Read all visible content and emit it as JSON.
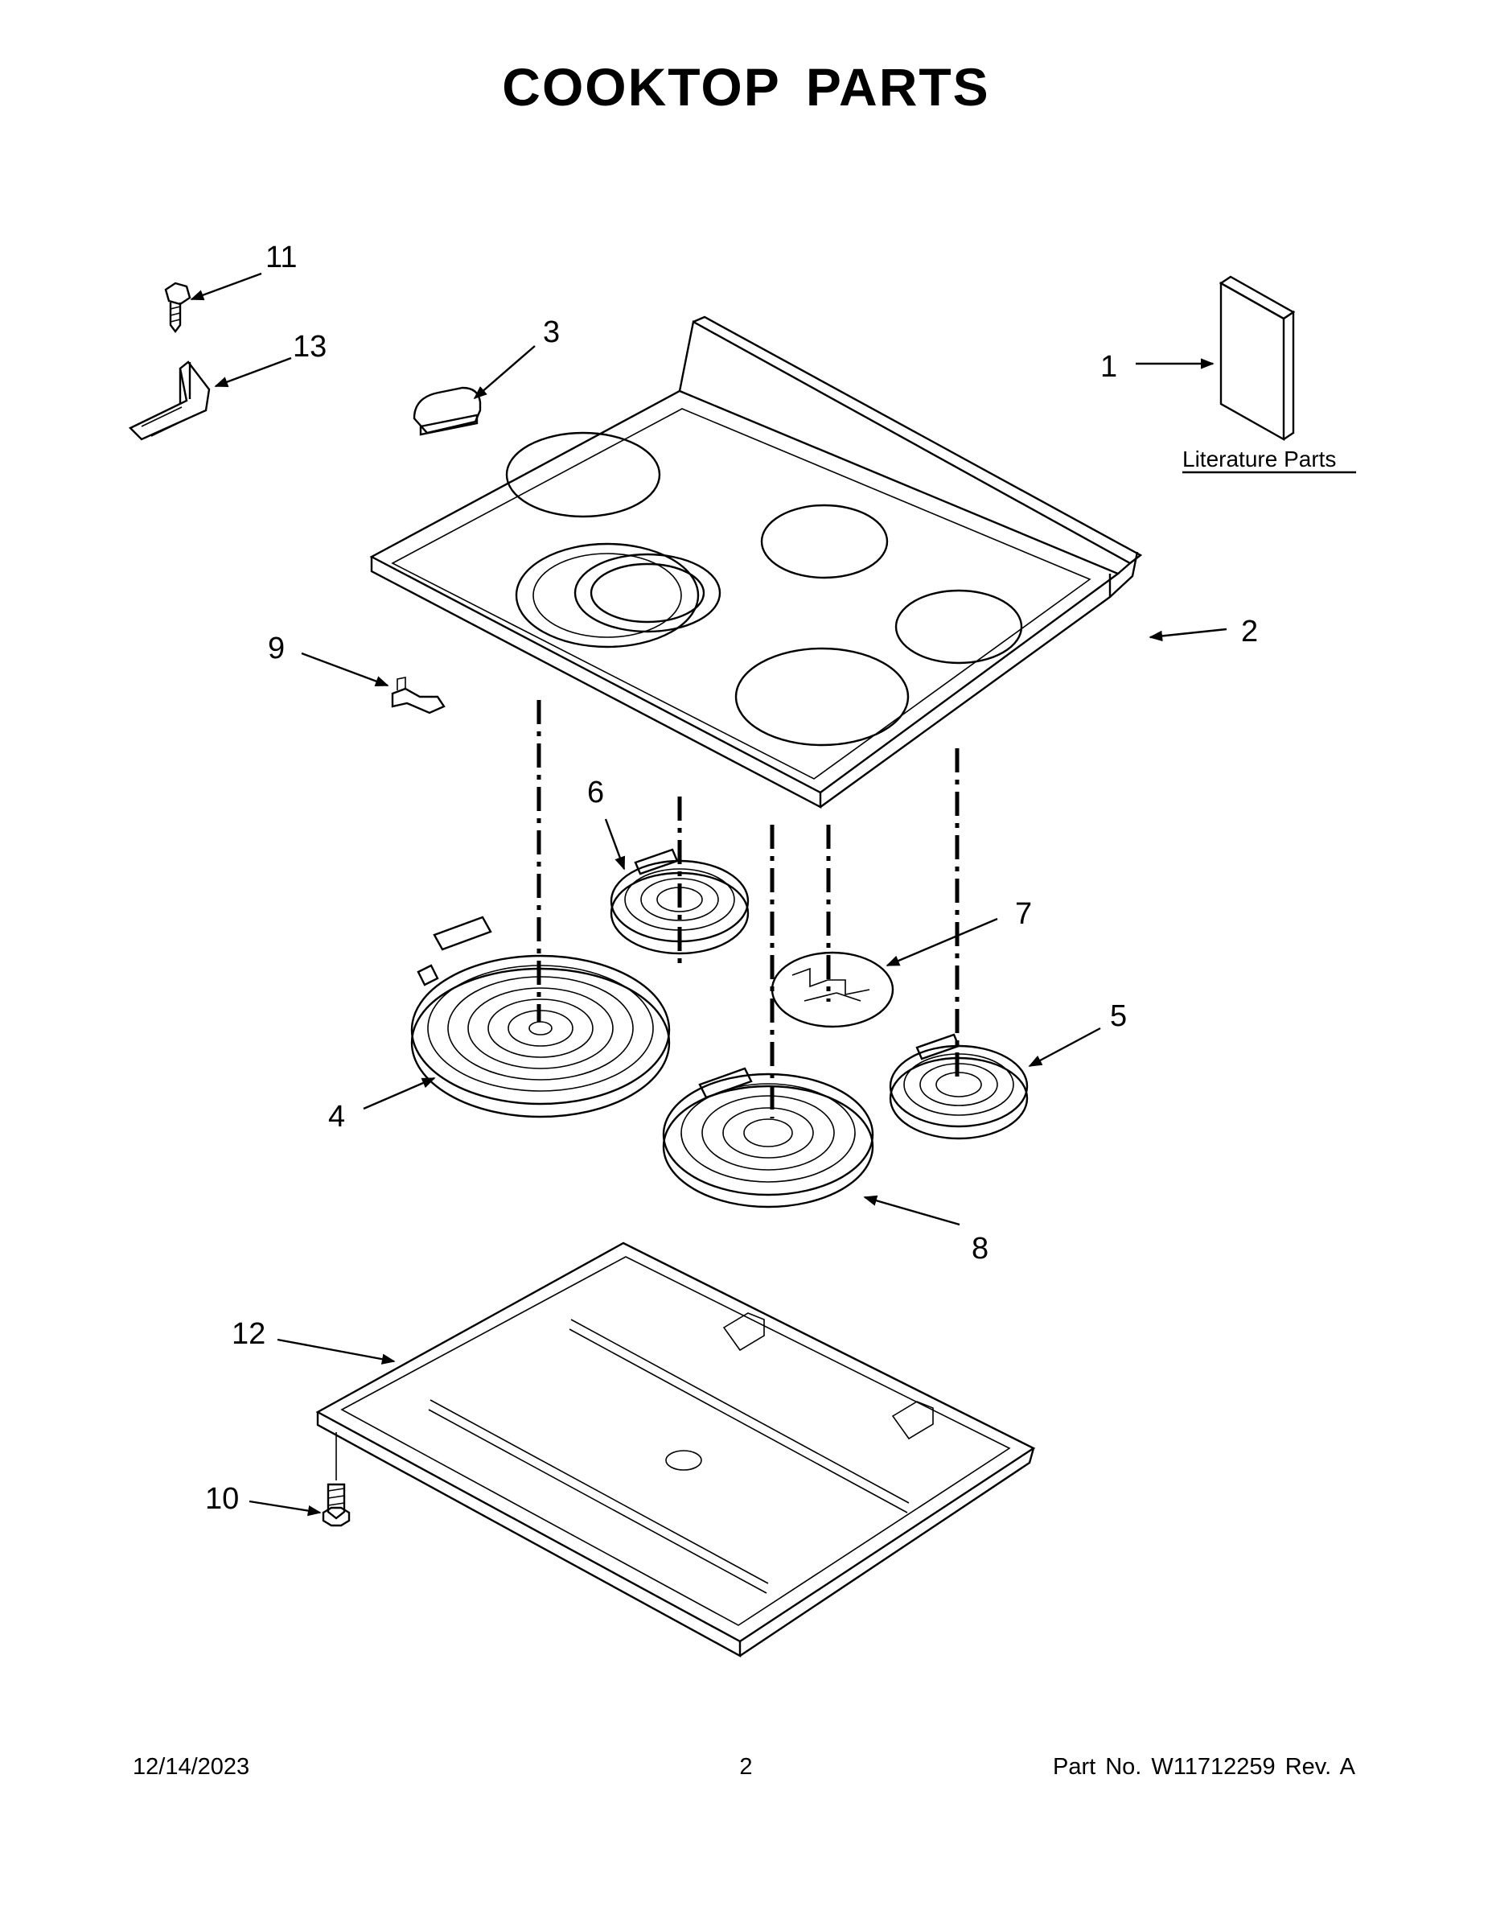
{
  "title": "COOKTOP PARTS",
  "literature_label": "Literature Parts",
  "callouts": [
    "1",
    "2",
    "3",
    "4",
    "5",
    "6",
    "7",
    "8",
    "9",
    "10",
    "11",
    "12",
    "13"
  ],
  "footer": {
    "date": "12/14/2023",
    "page": "2",
    "part": "Part No.  W11712259  Rev.  A"
  }
}
